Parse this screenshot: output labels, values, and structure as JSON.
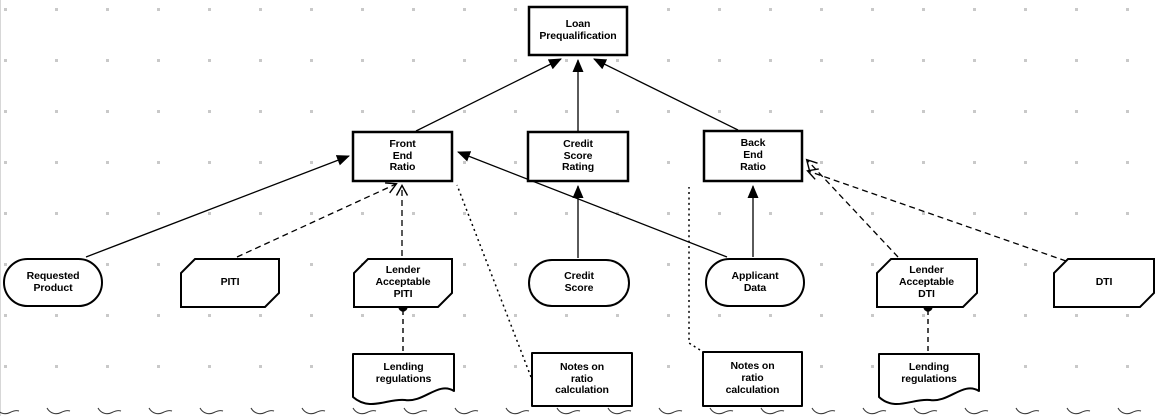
{
  "colors": {
    "canvas_bg": "#ffffff",
    "node_stroke": "#000000",
    "node_fill": "#ffffff",
    "grid_dot": "#c9c9c9"
  },
  "nodes": {
    "loan_prequalification": {
      "label": "Loan Prequalification",
      "type": "decision"
    },
    "front_end_ratio": {
      "label": "Front End Ratio",
      "type": "decision"
    },
    "credit_score_rating": {
      "label": "Credit Score Rating",
      "type": "decision"
    },
    "back_end_ratio": {
      "label": "Back End Ratio",
      "type": "decision"
    },
    "requested_product": {
      "label": "Requested Product",
      "type": "input-data"
    },
    "piti": {
      "label": "PITI",
      "type": "business-knowledge-model"
    },
    "lender_acceptable_piti": {
      "label": "Lender Acceptable PITI",
      "type": "business-knowledge-model"
    },
    "credit_score": {
      "label": "Credit Score",
      "type": "input-data"
    },
    "applicant_data": {
      "label": "Applicant Data",
      "type": "input-data"
    },
    "lender_acceptable_dti": {
      "label": "Lender Acceptable DTI",
      "type": "business-knowledge-model"
    },
    "dti": {
      "label": "DTI",
      "type": "business-knowledge-model"
    },
    "lending_regulations_left": {
      "label": "Lending regulations",
      "type": "knowledge-source"
    },
    "lending_regulations_right": {
      "label": "Lending regulations",
      "type": "knowledge-source"
    },
    "notes_on_ratio_calculation_left": {
      "label": "Notes on ratio calculation",
      "type": "knowledge-source"
    },
    "notes_on_ratio_calculation_right": {
      "label": "Notes on ratio calculation",
      "type": "knowledge-source"
    }
  },
  "edges": [
    {
      "from": "front_end_ratio",
      "to": "loan_prequalification",
      "style": "solid-filled-arrow"
    },
    {
      "from": "credit_score_rating",
      "to": "loan_prequalification",
      "style": "solid-filled-arrow"
    },
    {
      "from": "back_end_ratio",
      "to": "loan_prequalification",
      "style": "solid-filled-arrow"
    },
    {
      "from": "requested_product",
      "to": "front_end_ratio",
      "style": "solid-filled-arrow"
    },
    {
      "from": "applicant_data",
      "to": "front_end_ratio",
      "style": "solid-filled-arrow"
    },
    {
      "from": "credit_score",
      "to": "credit_score_rating",
      "style": "solid-filled-arrow"
    },
    {
      "from": "applicant_data",
      "to": "back_end_ratio",
      "style": "solid-filled-arrow"
    },
    {
      "from": "piti",
      "to": "front_end_ratio",
      "style": "dashed-open-arrow"
    },
    {
      "from": "lender_acceptable_piti",
      "to": "front_end_ratio",
      "style": "dashed-open-arrow"
    },
    {
      "from": "lender_acceptable_dti",
      "to": "back_end_ratio",
      "style": "dashed-open-arrow"
    },
    {
      "from": "dti",
      "to": "back_end_ratio",
      "style": "dashed-open-arrow"
    },
    {
      "from": "lending_regulations_left",
      "to": "lender_acceptable_piti",
      "style": "dashed-filled-circle"
    },
    {
      "from": "lending_regulations_right",
      "to": "lender_acceptable_dti",
      "style": "dashed-filled-circle"
    },
    {
      "from": "notes_on_ratio_calculation_left",
      "to": "front_end_ratio",
      "style": "dotted"
    },
    {
      "from": "notes_on_ratio_calculation_right",
      "to": "back_end_ratio",
      "style": "dotted"
    }
  ]
}
